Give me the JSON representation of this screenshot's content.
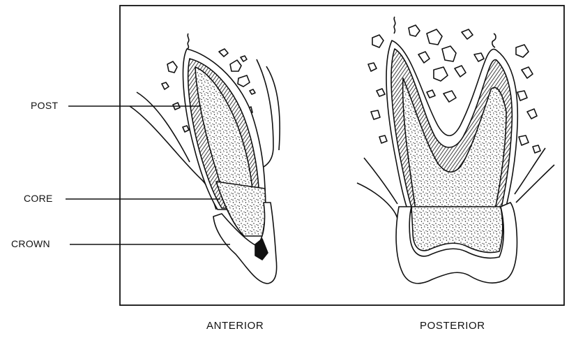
{
  "labels": {
    "post": "POST",
    "core": "CORE",
    "crown": "CROWN"
  },
  "captions": {
    "anterior": "ANTERIOR",
    "posterior": "POSTERIOR"
  },
  "colors": {
    "ink": "#111111",
    "background": "#ffffff"
  }
}
